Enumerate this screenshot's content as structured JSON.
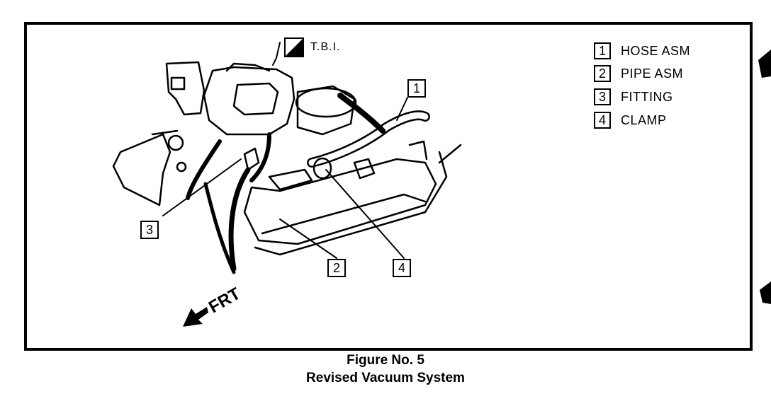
{
  "figure": {
    "tbi_label": "T.B.I.",
    "front_label": "FRT",
    "caption_line1": "Figure No. 5",
    "caption_line2": "Revised Vacuum System"
  },
  "legend": [
    {
      "number": "1",
      "label": "HOSE ASM"
    },
    {
      "number": "2",
      "label": "PIPE ASM"
    },
    {
      "number": "3",
      "label": "FITTING"
    },
    {
      "number": "4",
      "label": "CLAMP"
    }
  ],
  "callouts": [
    "1",
    "2",
    "3",
    "4"
  ],
  "icons": {
    "tbi": "half-filled-square-icon",
    "front": "front-direction-arrow-icon"
  },
  "colors": {
    "ink": "#000000",
    "paper": "#ffffff"
  }
}
